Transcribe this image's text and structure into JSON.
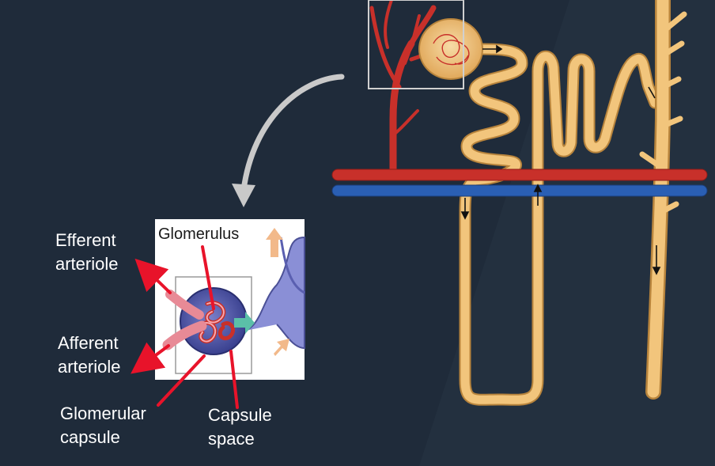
{
  "labels": {
    "efferent": [
      "Efferent",
      "arteriole"
    ],
    "afferent": [
      "Afferent",
      "arteriole"
    ],
    "glomerular_capsule": [
      "Glomerular",
      "capsule"
    ],
    "capsule_space": [
      "Capsule",
      "space"
    ],
    "glomerulus": "Glomerulus"
  },
  "colors": {
    "background": "#1f2b3a",
    "artery": "#c8302a",
    "vein": "#2a5fb4",
    "tubule": "#f2c57c",
    "pointer_arrow": "#e8132a",
    "curved_arrow": "#c9c9c9"
  }
}
